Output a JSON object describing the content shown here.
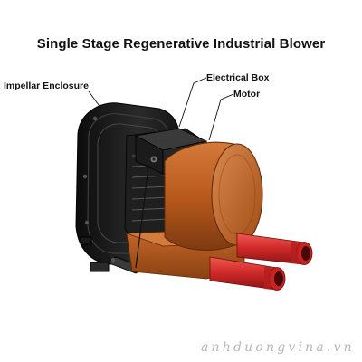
{
  "diagram": {
    "title": "Single Stage Regenerative Industrial Blower",
    "callouts": {
      "impellar_enclosure": "Impellar Enclosure",
      "electrical_box": "Electrical Box",
      "motor": "Motor"
    }
  },
  "watermark": "anhduongvina.vn",
  "colors": {
    "background": "#ffffff",
    "enclosure": "#1c1c1c",
    "motor_housing": "#b85a1c",
    "pipes": "#d32b2b",
    "text": "#111111",
    "watermark": "#b7b7b7"
  }
}
